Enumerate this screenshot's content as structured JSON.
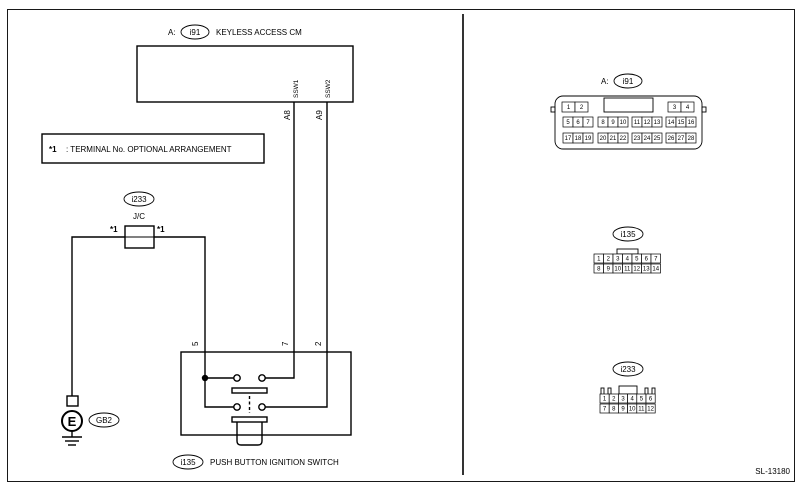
{
  "ecm": {
    "connector_ref": "i91",
    "connector_prefix": "A:",
    "title": "KEYLESS ACCESS CM",
    "pin_a8": "A8",
    "pin_a9": "A9",
    "sig_1": "SSW1",
    "sig_2": "SSW2"
  },
  "note": {
    "mark": "*1",
    "text": ": TERMINAL No. OPTIONAL ARRANGEMENT"
  },
  "jc": {
    "connector_ref": "i233",
    "label": "J/C",
    "mark_left": "*1",
    "mark_right": "*1"
  },
  "switch": {
    "connector_ref": "i135",
    "title": "PUSH BUTTON IGNITION SWITCH",
    "pin_5": "5",
    "pin_7": "7",
    "pin_2": "2"
  },
  "ground": {
    "symbol": "E",
    "ref": "GB2"
  },
  "connectors": {
    "a91": {
      "ref": "i91",
      "prefix": "A:",
      "row1_left": [
        "1",
        "2"
      ],
      "row1_right": [
        "3",
        "4"
      ],
      "row2": [
        "5",
        "6",
        "7",
        "8",
        "9",
        "10",
        "11",
        "12",
        "13",
        "14",
        "15",
        "16"
      ],
      "row3": [
        "17",
        "18",
        "19",
        "20",
        "21",
        "22",
        "23",
        "24",
        "25",
        "26",
        "27",
        "28"
      ]
    },
    "c135": {
      "ref": "i135",
      "row1": [
        "1",
        "2",
        "3",
        "4",
        "5",
        "6",
        "7"
      ],
      "row2": [
        "8",
        "9",
        "10",
        "11",
        "12",
        "13",
        "14"
      ]
    },
    "c233": {
      "ref": "i233",
      "row1": [
        "1",
        "2",
        "3",
        "4",
        "5",
        "6"
      ],
      "row2": [
        "7",
        "8",
        "9",
        "10",
        "11",
        "12"
      ]
    }
  },
  "figure_id": "SL-13180"
}
